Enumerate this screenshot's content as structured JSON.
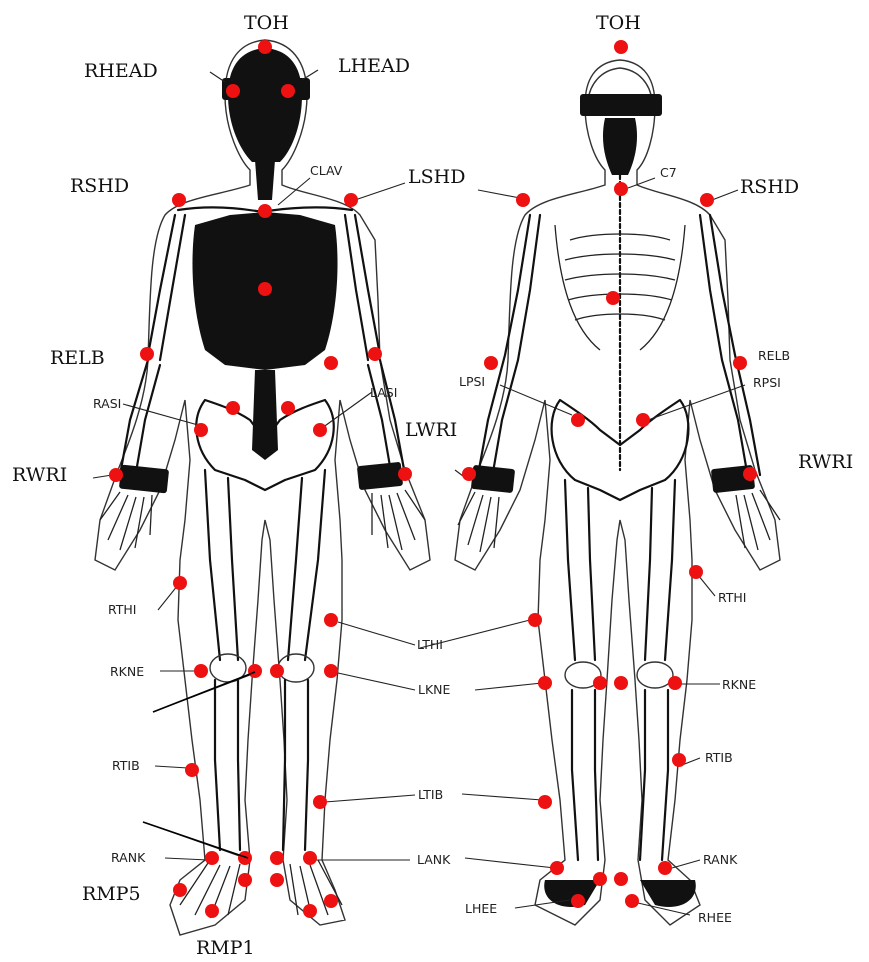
{
  "title": "",
  "colors": {
    "marker": "#ee1111",
    "ink": "#111111"
  },
  "anterior": {
    "labels": {
      "toh": "TOH",
      "rhead": "RHEAD",
      "lhead": "LHEAD",
      "rshd": "RSHD",
      "lshd": "LSHD",
      "clav": "CLAV",
      "relb": "RELB",
      "rasi": "RASI",
      "lasi": "LASI",
      "lwri": "LWRI",
      "rwri": "RWRI",
      "rthi": "RTHI",
      "lthi": "LTHI",
      "rkne": "RKNE",
      "lkne": "LKNE",
      "rtib": "RTIB",
      "ltib": "LTIB",
      "rank": "RANK",
      "lank": "LANK",
      "rmp5": "RMP5",
      "rmp1": "RMP1"
    }
  },
  "posterior": {
    "labels": {
      "toh": "TOH",
      "c7": "C7",
      "rshd": "RSHD",
      "relb": "RELB",
      "lpsi": "LPSI",
      "rpsi": "RPSI",
      "rwri": "RWRI",
      "rthi": "RTHI",
      "rkne": "RKNE",
      "rtib": "RTIB",
      "rank": "RANK",
      "lhee": "LHEE",
      "rhee": "RHEE"
    }
  }
}
